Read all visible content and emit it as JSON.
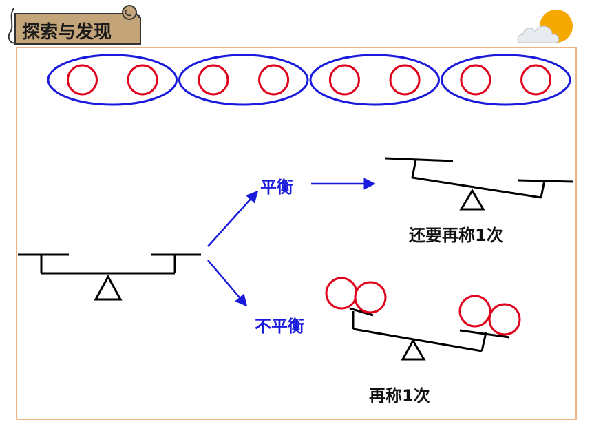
{
  "header": {
    "title": "探索与发现",
    "badge_color": "#c4a57a",
    "decorations": [
      "mouse-ear-icon",
      "sun-cloud-icon"
    ]
  },
  "groups": {
    "count": 4,
    "balls_per_group": 2,
    "group_color": "#1a1adc",
    "ball_color": "#e0001b"
  },
  "branches": {
    "balanced_label": "平衡",
    "unbalanced_label": "不平衡",
    "arrow_color": "#1a1adc"
  },
  "outcomes": {
    "balanced_caption": "还要再称1次",
    "unbalanced_caption": "再称1次"
  }
}
